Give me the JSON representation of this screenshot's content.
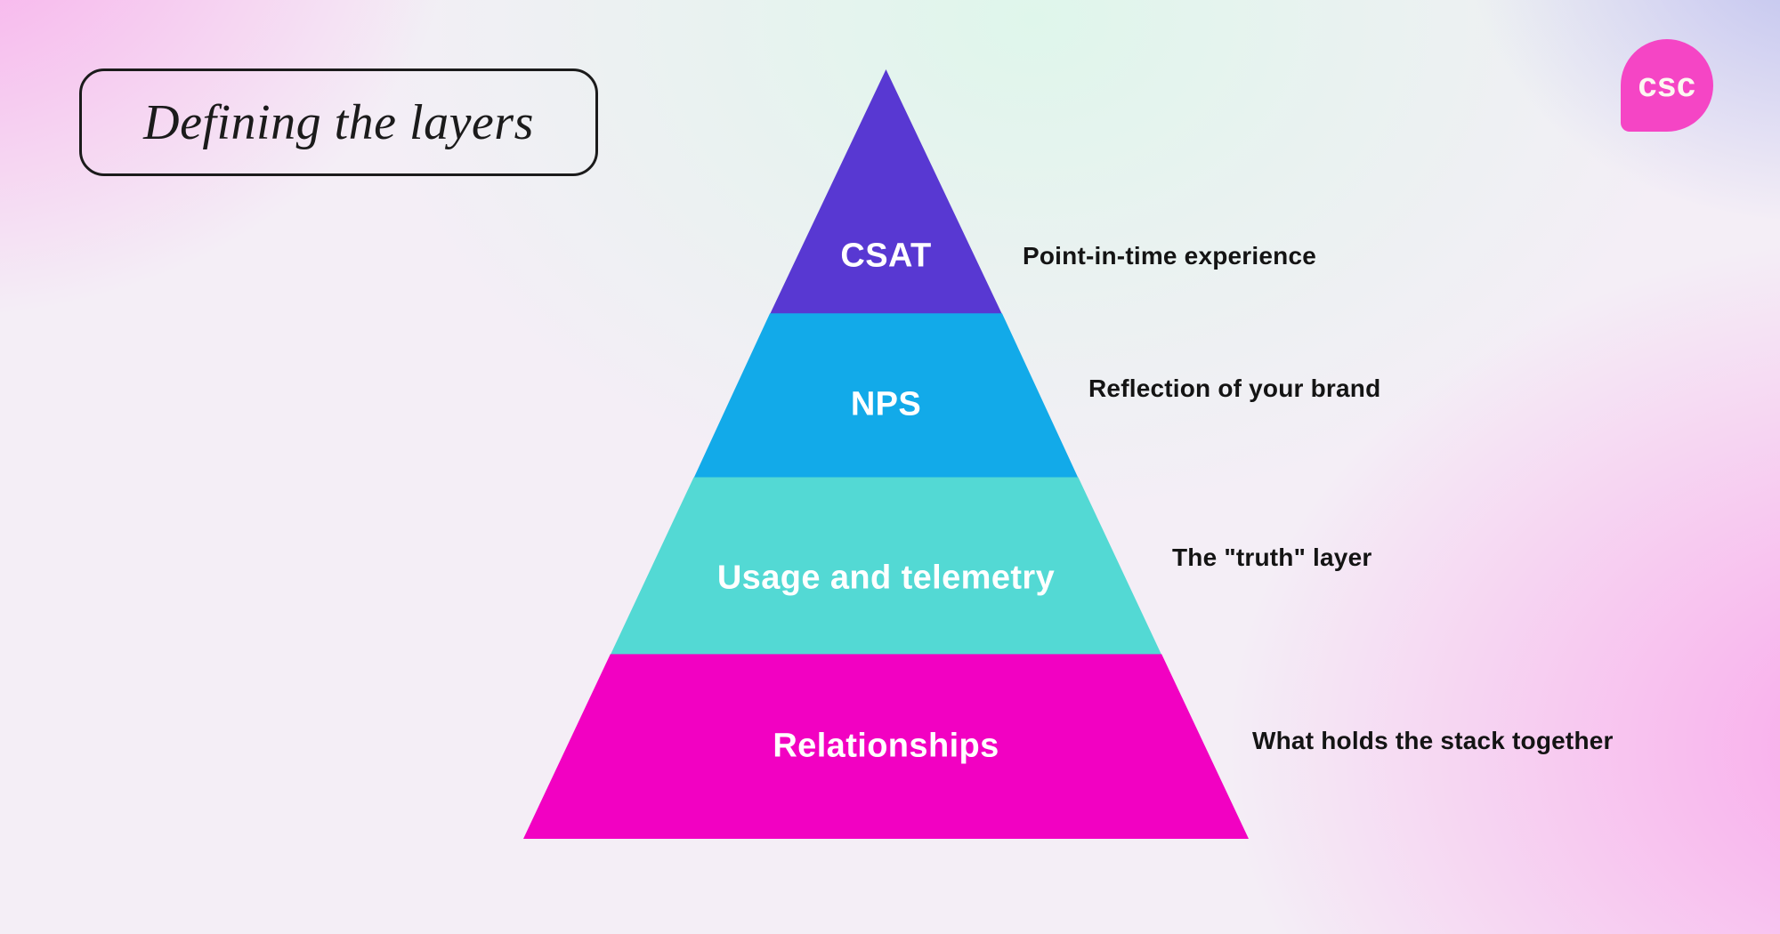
{
  "slide": {
    "title": "Defining the layers",
    "logo_text": "csc"
  },
  "pyramid": {
    "layers": [
      {
        "label": "CSAT",
        "description": "Point-in-time experience",
        "color": "#5838d2"
      },
      {
        "label": "NPS",
        "description": "Reflection of your brand",
        "color": "#12aae9"
      },
      {
        "label": "Usage and telemetry",
        "description": "The \"truth\" layer",
        "color": "#53d9d4"
      },
      {
        "label": "Relationships",
        "description": "What holds the stack together",
        "color": "#f201c2"
      }
    ]
  },
  "colors": {
    "logo_pink": "#f545c5",
    "title_border": "#1b1b1b",
    "annotation_text": "#141414"
  }
}
